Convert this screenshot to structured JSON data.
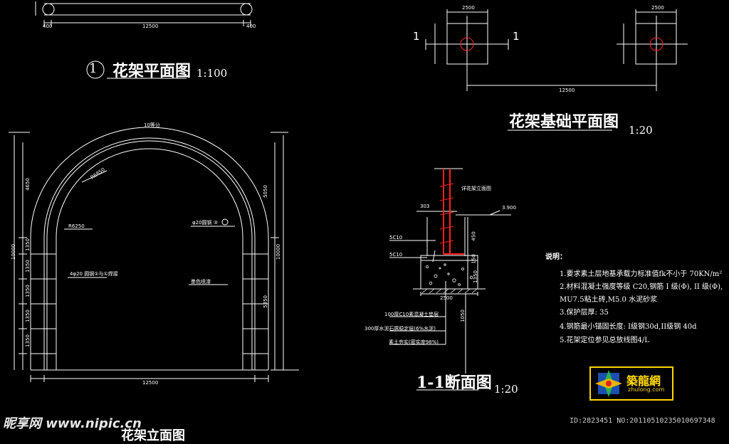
{
  "plan_view": {
    "number": "1",
    "title": "花架平面图",
    "scale": "1:100",
    "dim_total": "12500",
    "dim_end_left": "400",
    "dim_end_right": "400"
  },
  "foundation_plan": {
    "title": "花架基础平面图",
    "scale": "1:20",
    "section_mark_left": "1",
    "section_mark_right": "1",
    "footing_width": "2500",
    "footing_width_right": "2500",
    "spacing": "12500"
  },
  "elevation": {
    "top_label": "10等分",
    "radius_outer": "R6850",
    "radius_inner": "R6250",
    "bar_label": "φ20圆钢 ③",
    "bars_note": "4φ20 圆钢①与①焊接",
    "paint_note": "墨色喷漆",
    "dim_bottom": "12500",
    "dim_left_total": "10000",
    "dim_right_total": "10000",
    "dim_left_top": "4650",
    "dim_right_top": "5050",
    "dim_right_mid": "5350",
    "dim_segments": [
      "1350",
      "1350",
      "1350",
      "1350",
      "1350"
    ],
    "title": "花架立面图"
  },
  "section": {
    "title": "1-1断面图",
    "scale": "1:20",
    "steel_label": "详花架立面图",
    "elevation_mark": "3.900",
    "top_width": "303",
    "bolt_top": "5C10",
    "bolt_bottom": "5C10",
    "layer1": "100厚C10素混凝土垫层",
    "layer2": "300厚水泥石屑稳定层(6%水泥)",
    "layer3": "素土夯实(密实度98%)",
    "dim_h1": "450",
    "dim_h2": "150",
    "dim_h3": "1350",
    "dim_base": "2500",
    "dim_depth": "1050"
  },
  "notes": {
    "heading": "说明：",
    "items": [
      "1.要求素土层地基承载力标准值fk不小于 70KN/m²",
      "2.材料混凝土强度等级 C20,钢筋 I 级(Φ), II 级(Φ),",
      "  MU7.5粘土砖,M5.0  水泥砂浆",
      "3.保护层厚: 35",
      "4.钢筋最小锚固长度: I级钢30d,II级钢 40d",
      "5.花架定位参见总放线图4/L"
    ]
  },
  "logo": {
    "name": "築龍網",
    "url": "zhulong.com"
  },
  "watermark": {
    "site": "昵享网 www.nipic.cn",
    "id": "ID:2823451 NO:20110510235010697348"
  },
  "colors": {
    "line": "#ffffff",
    "accent": "#ff2020",
    "logo_border": "#ffd800"
  }
}
